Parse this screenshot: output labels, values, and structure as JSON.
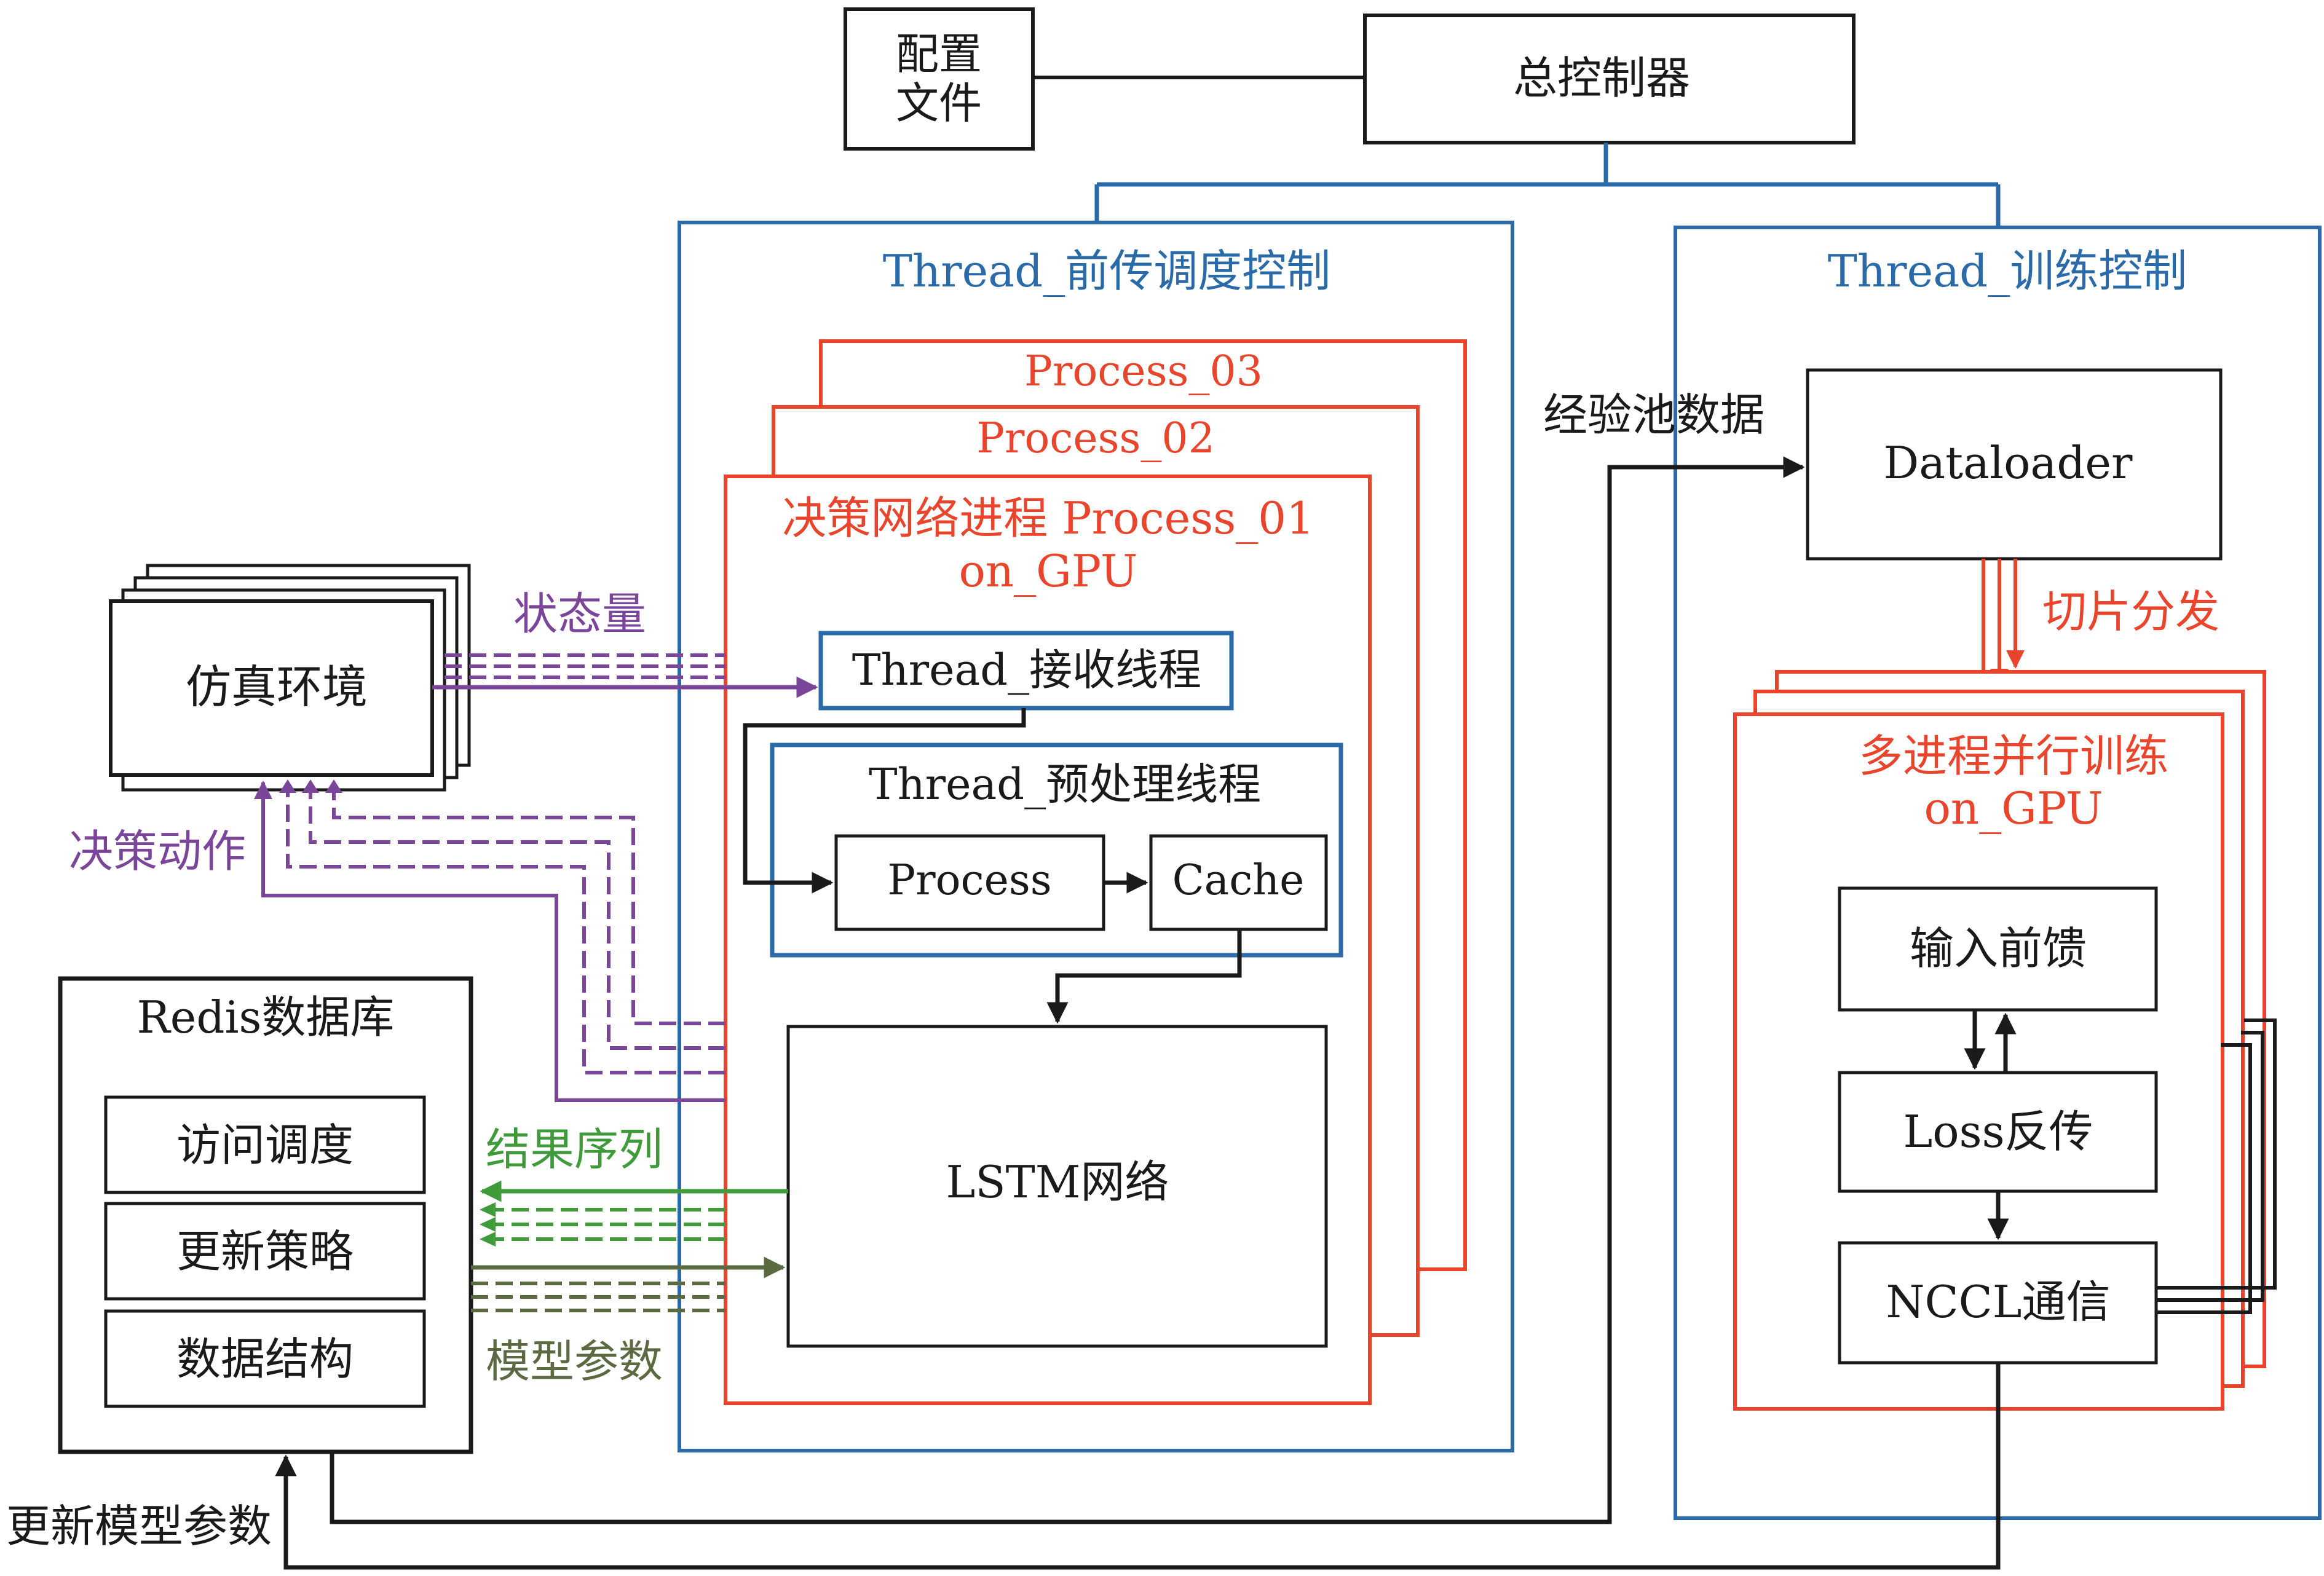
{
  "colors": {
    "black": "#1a1a1a",
    "blue": "#2a6aa8",
    "red": "#e8452c",
    "purple": "#7b469a",
    "green": "#3f9a3a",
    "olive": "#5c6a42"
  },
  "top": {
    "config_file_line1": "配置",
    "config_file_line2": "文件",
    "master_controller": "总控制器"
  },
  "forward_thread": {
    "title": "Thread_前传调度控制",
    "process_03": "Process_03",
    "process_02": "Process_02",
    "process_01_line1": "决策网络进程 Process_01",
    "process_01_line2": "on_GPU",
    "recv_thread": "Thread_接收线程",
    "preprocess_thread": "Thread_预处理线程",
    "process": "Process",
    "cache": "Cache",
    "lstm": "LSTM网络"
  },
  "train_thread": {
    "title": "Thread_训练控制",
    "dataloader": "Dataloader",
    "slice_dispatch": "切片分发",
    "multi_train_line1": "多进程并行训练",
    "multi_train_line2": "on_GPU",
    "input_forward": "输入前馈",
    "loss_backprop": "Loss反传",
    "nccl": "NCCL通信"
  },
  "env": {
    "sim_env": "仿真环境",
    "state": "状态量",
    "action": "决策动作"
  },
  "redis": {
    "title": "Redis数据库",
    "items": [
      "访问调度",
      "更新策略",
      "数据结构"
    ]
  },
  "flows": {
    "result_seq": "结果序列",
    "model_params": "模型参数",
    "experience_pool": "经验池数据",
    "update_model_params": "更新模型参数"
  }
}
